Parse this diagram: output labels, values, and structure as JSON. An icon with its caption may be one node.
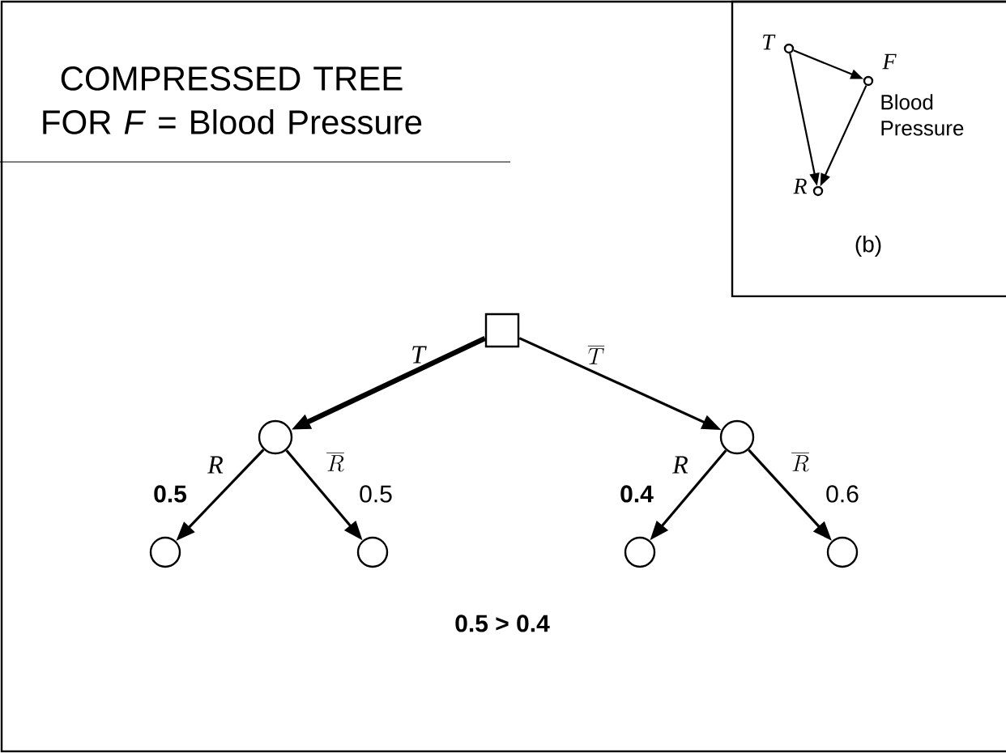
{
  "diagram": {
    "title": "COMPRESSED TREE FOR *F* = Blood Pressure",
    "nodes": [
      {
        "text": [],
        "shape": "box"
      },
      {
        "text": [],
        "shape": "circle"
      },
      {
        "text": [],
        "shape": "circle"
      },
      {
        "text": [],
        "shape": "circle"
      },
      {
        "text": [],
        "shape": "circle"
      },
      {
        "text": [],
        "shape": "circle"
      },
      {
        "text": [],
        "shape": "circle"
      },
      {
        "text": [
          "(b)"
        ]
      },
      {
        "text": [
          "T"
        ],
        "in": 7
      },
      {
        "text": [
          "F"
        ],
        "beside": [
          "Blood Pressure"
        ],
        "in": 7
      },
      {
        "text": [
          "R"
        ],
        "in": 7
      }
    ],
    "edges": [
      {
        "from": 0,
        "to": 1,
        "arrow": "to",
        "label": "T",
        "style": "thick"
      },
      {
        "from": 0,
        "to": 2,
        "arrow": "to",
        "label": "\\overline{T}"
      },
      {
        "from": 1,
        "to": 3,
        "arrow": "to",
        "label": "R"
      },
      {
        "from": 1,
        "to": 4,
        "arrow": "to",
        "label": "\\overline{R}"
      },
      {
        "from": 2,
        "to": 5,
        "arrow": "to",
        "label": "R"
      },
      {
        "from": 2,
        "to": 6,
        "arrow": "to",
        "label": "\\overline{R}"
      },
      {
        "from": 8,
        "to": 9,
        "arrow": "to"
      },
      {
        "from": 9,
        "to": 10,
        "arrow": "to"
      },
      {
        "from": 8,
        "to": 10,
        "arrow": "to"
      }
    ],
    "labels": [
      "0.5",
      "0.5",
      "0.4",
      "0.6",
      "0.5 > 0.4"
    ]
  }
}
